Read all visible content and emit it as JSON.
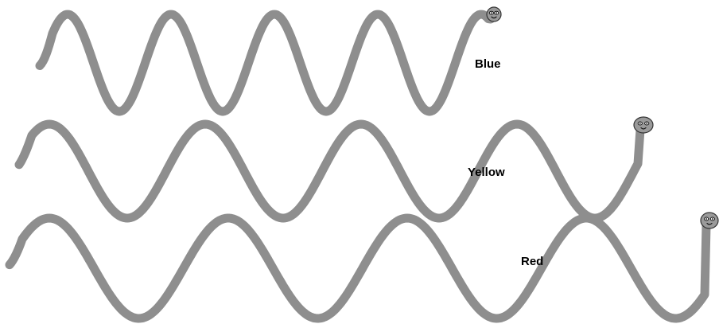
{
  "colors": {
    "worm": "#8e8e8e",
    "head": "#9a9a9a",
    "background": "#ffffff",
    "label": "#000000"
  },
  "worms": [
    {
      "id": "blue",
      "label": "Blue"
    },
    {
      "id": "yellow",
      "label": "Yellow"
    },
    {
      "id": "red",
      "label": "Red"
    }
  ]
}
